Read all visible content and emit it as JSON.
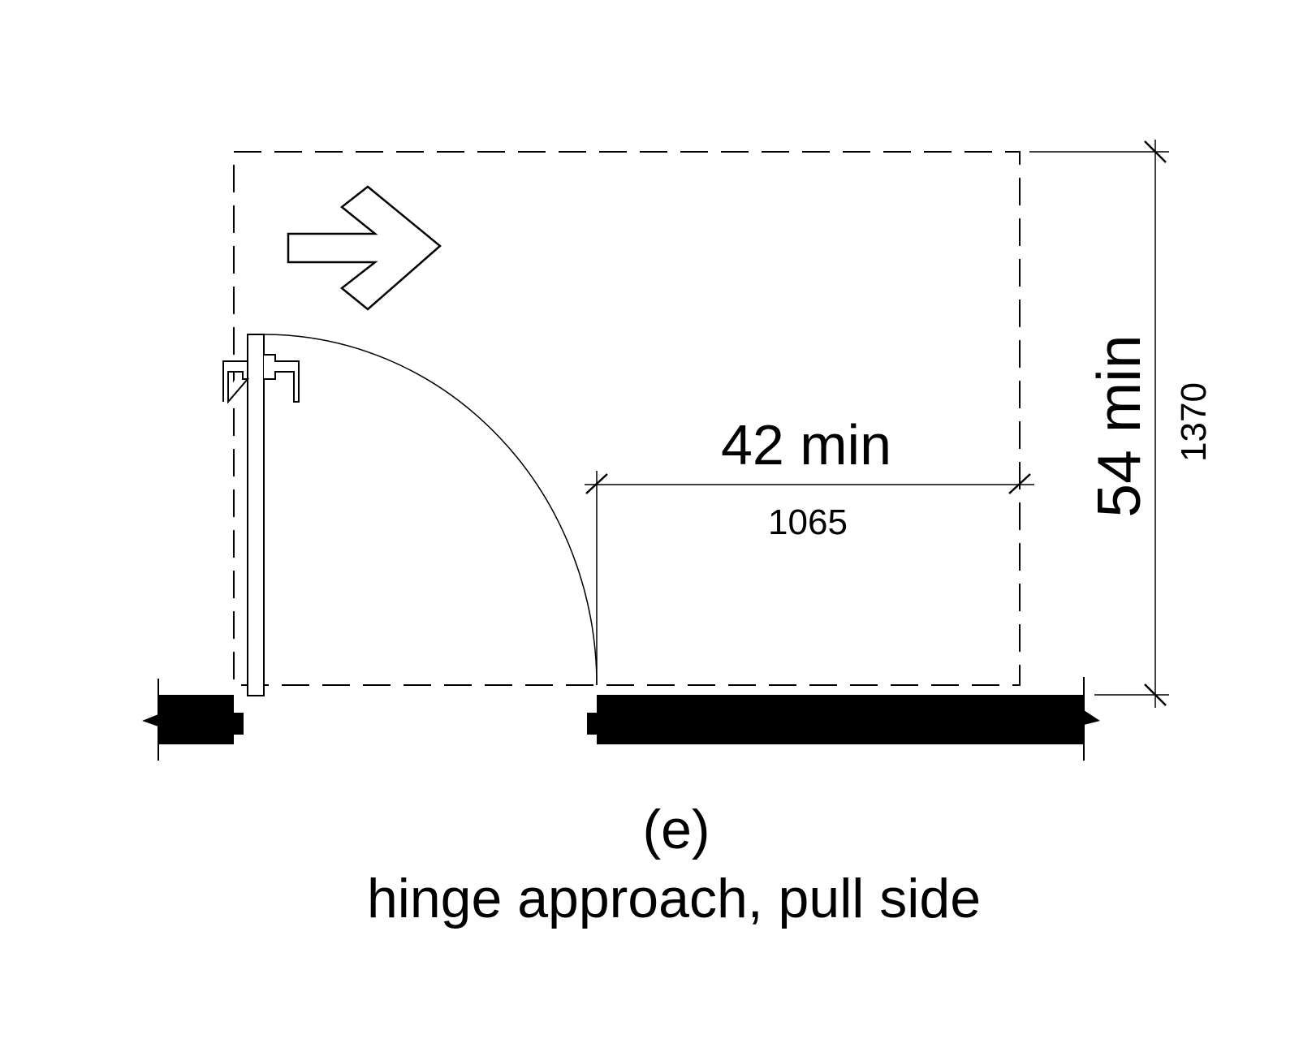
{
  "figure": {
    "label": "(e)",
    "caption": "hinge approach, pull side"
  },
  "dimensions": {
    "width": {
      "imperial": "42 min",
      "metric": "1065"
    },
    "depth": {
      "imperial": "54 min",
      "metric": "1370"
    }
  },
  "icons": {
    "direction": "arrow-right-icon"
  },
  "colors": {
    "ink": "#000000",
    "background": "#ffffff"
  }
}
